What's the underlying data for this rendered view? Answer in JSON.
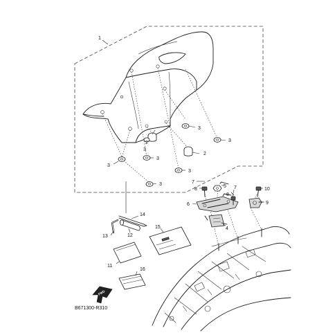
{
  "callouts": {
    "c1": "1",
    "c2a": "2",
    "c2b": "2",
    "c3a": "3",
    "c3b": "3",
    "c3c": "3",
    "c3d": "3",
    "c3e": "3",
    "c3f": "3",
    "c3g": "3",
    "c4": "4",
    "c5": "5",
    "c6": "6",
    "c7a": "7",
    "c7b": "7",
    "c8a": "8",
    "c8b": "8",
    "c9": "9",
    "c10": "10",
    "c11": "11",
    "c12": "12",
    "c13": "13",
    "c14": "14",
    "c15": "15",
    "c16": "16"
  },
  "fwd_label": "FWD",
  "diagram_code": "B671300-R310"
}
